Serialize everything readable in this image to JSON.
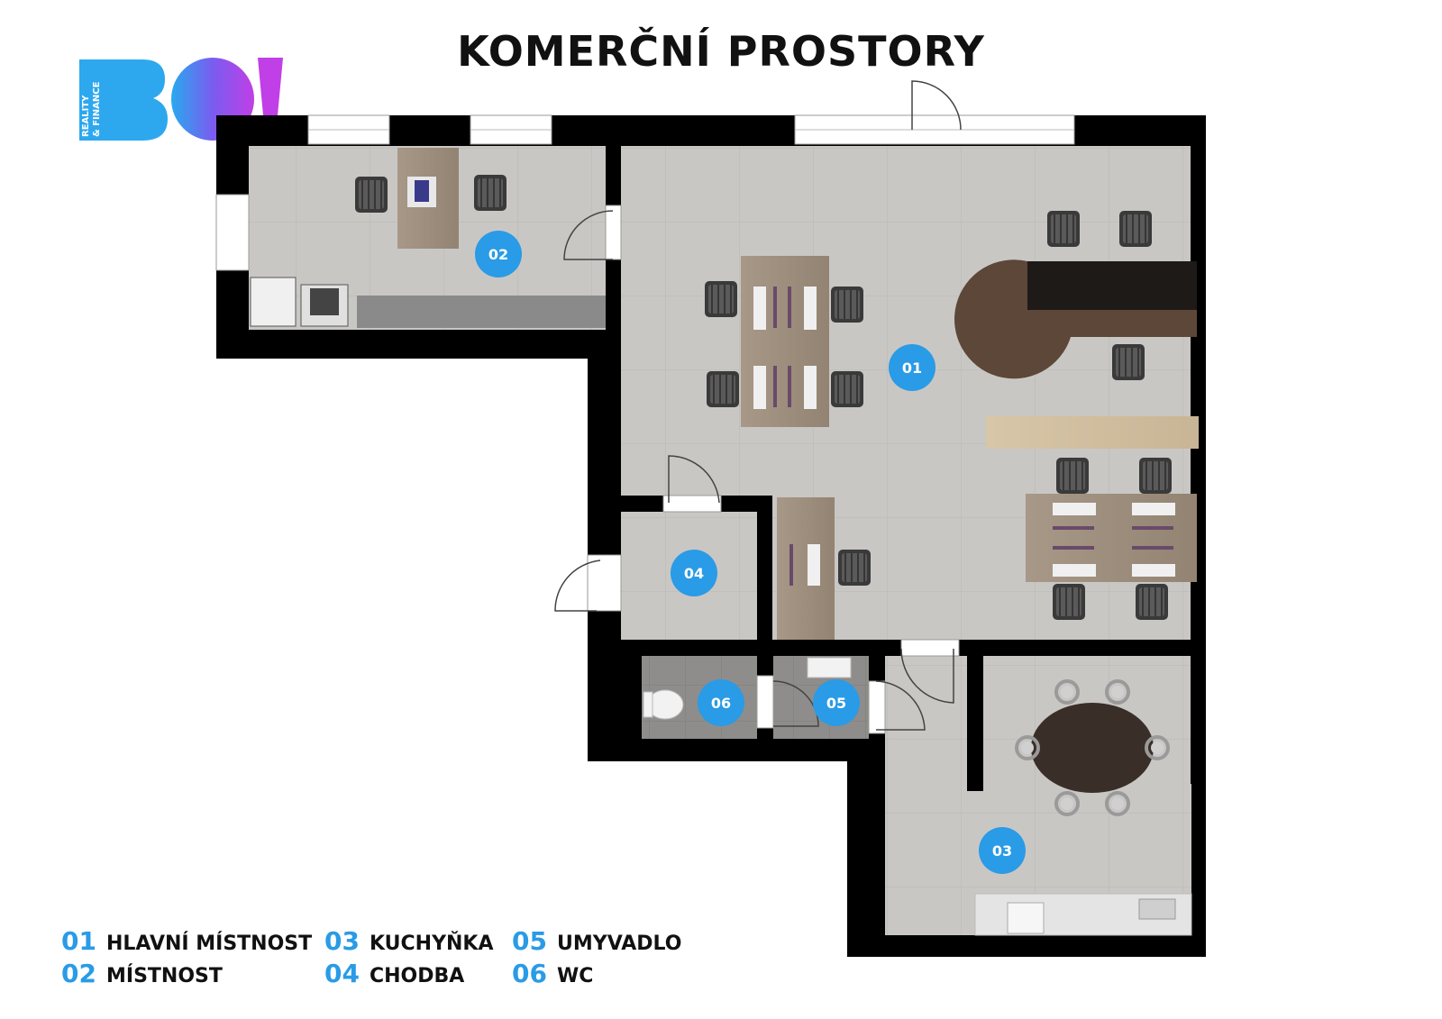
{
  "title": "KOMERČNÍ PROSTORY",
  "logo": {
    "text": "BO!",
    "subtitle_line1": "REALITY",
    "subtitle_line2": "& FINANCE"
  },
  "rooms": [
    {
      "id": "01",
      "name": "HLAVNÍ MÍSTNOST"
    },
    {
      "id": "02",
      "name": "MÍSTNOST"
    },
    {
      "id": "03",
      "name": "KUCHYŇKA"
    },
    {
      "id": "04",
      "name": "CHODBA"
    },
    {
      "id": "05",
      "name": "UMYVADLO"
    },
    {
      "id": "06",
      "name": "WC"
    }
  ],
  "colors": {
    "accent": "#2a9be6",
    "wall": "#000000",
    "floor": "#c9c7c4",
    "floor_tile": "#c4c2bf"
  }
}
